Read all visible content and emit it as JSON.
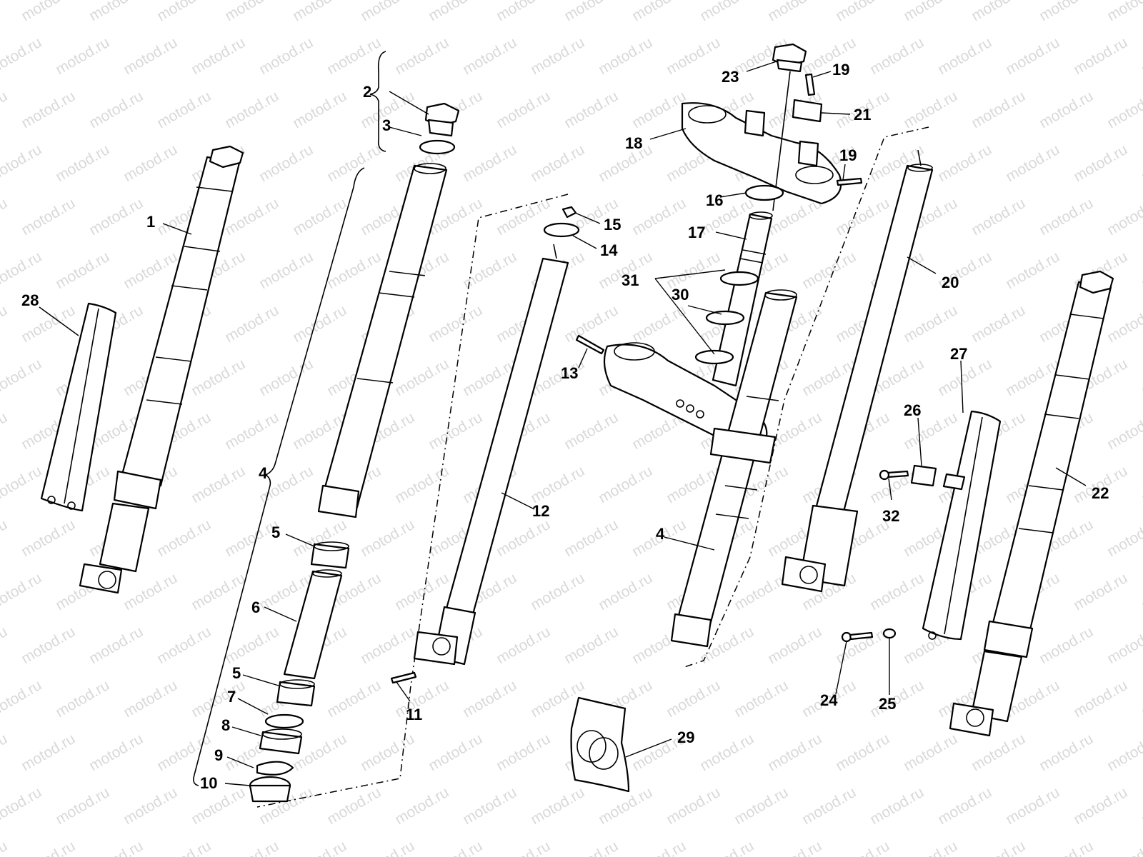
{
  "watermark": {
    "text": "motod.ru",
    "color": "#d9d9d9"
  },
  "callouts": [
    "1",
    "2",
    "3",
    "4",
    "5",
    "6",
    "5",
    "7",
    "8",
    "9",
    "10",
    "11",
    "12",
    "13",
    "14",
    "15",
    "16",
    "17",
    "18",
    "19",
    "19",
    "20",
    "21",
    "22",
    "23",
    "24",
    "25",
    "26",
    "27",
    "28",
    "29",
    "30",
    "31",
    "32",
    "4"
  ]
}
